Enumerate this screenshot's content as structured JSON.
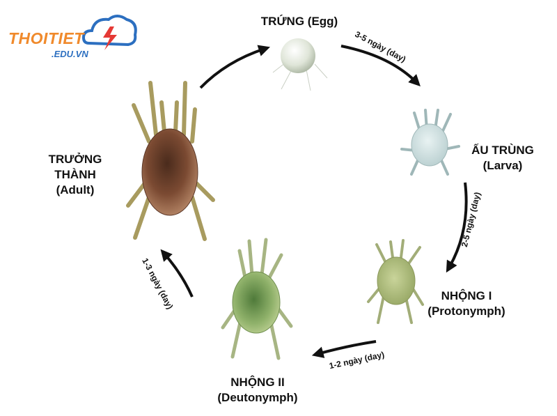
{
  "logo": {
    "main": "THOITIET",
    "sub": ".EDU.VN",
    "colors": {
      "orange": "#f08a2c",
      "blue": "#2c6fc0"
    }
  },
  "stages": {
    "egg": {
      "name": "TRỨNG",
      "en": "(Egg)"
    },
    "larva": {
      "name": "ẤU TRÙNG",
      "en": "(Larva)"
    },
    "proto": {
      "name": "NHỘNG I",
      "en": "(Protonymph)"
    },
    "deuto": {
      "name": "NHỘNG II",
      "en": "(Deutonymph)"
    },
    "adult": {
      "line1": "TRƯỞNG",
      "line2": "THÀNH",
      "en": "(Adult)"
    }
  },
  "durations": {
    "egg_to_larva": "3-5 ngày (day)",
    "larva_to_proto": "2-5 ngày (day)",
    "proto_to_deuto": "1-2 ngày (day)",
    "deuto_to_adult": "1-3 ngày (day)"
  }
}
